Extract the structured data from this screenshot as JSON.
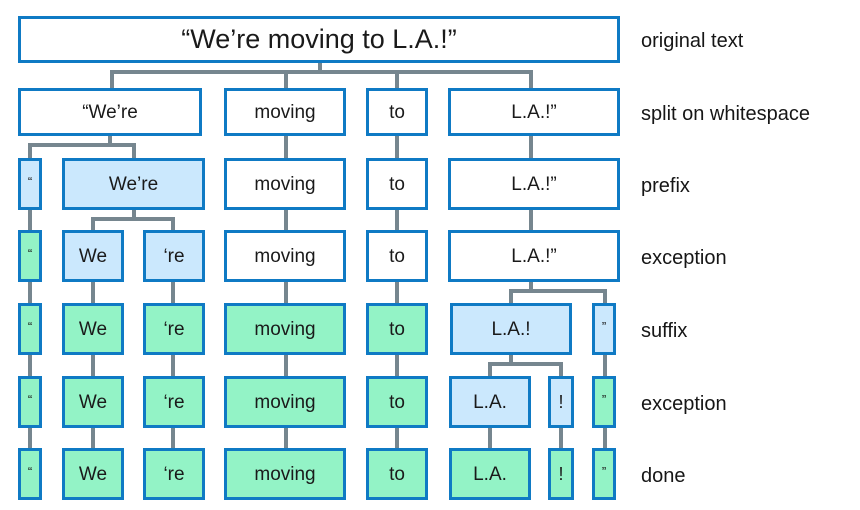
{
  "diagram": {
    "title_text": "“We’re moving to L.A.!”",
    "colors": {
      "border": "#0f7ac4",
      "fill_blue": "#cbe8fd",
      "fill_green": "#93f3c6",
      "fill_white": "#ffffff",
      "connector": "#76868f",
      "text": "#1a1a1a"
    },
    "rows": [
      {
        "id": "row-original-text",
        "label": "original text",
        "tokens": [
          {
            "name": "token-original-sentence",
            "text": "“We’re moving to L.A.!”",
            "fill": "white"
          }
        ]
      },
      {
        "id": "row-split-on-whitespace",
        "label": "split on whitespace",
        "tokens": [
          {
            "name": "token-were-quoted",
            "text": "“We’re",
            "fill": "white"
          },
          {
            "name": "token-moving",
            "text": "moving",
            "fill": "white"
          },
          {
            "name": "token-to",
            "text": "to",
            "fill": "white"
          },
          {
            "name": "token-la-quoted",
            "text": "L.A.!”",
            "fill": "white"
          }
        ]
      },
      {
        "id": "row-prefix",
        "label": "prefix",
        "tokens": [
          {
            "name": "token-open-quote",
            "text": "“",
            "fill": "blue"
          },
          {
            "name": "token-were",
            "text": "We’re",
            "fill": "blue"
          },
          {
            "name": "token-moving",
            "text": "moving",
            "fill": "white"
          },
          {
            "name": "token-to",
            "text": "to",
            "fill": "white"
          },
          {
            "name": "token-la-quoted",
            "text": "L.A.!”",
            "fill": "white"
          }
        ]
      },
      {
        "id": "row-exception-1",
        "label": "exception",
        "tokens": [
          {
            "name": "token-open-quote",
            "text": "“",
            "fill": "green"
          },
          {
            "name": "token-we",
            "text": "We",
            "fill": "blue"
          },
          {
            "name": "token-re",
            "text": "‘re",
            "fill": "blue"
          },
          {
            "name": "token-moving",
            "text": "moving",
            "fill": "white"
          },
          {
            "name": "token-to",
            "text": "to",
            "fill": "white"
          },
          {
            "name": "token-la-quoted",
            "text": "L.A.!”",
            "fill": "white"
          }
        ]
      },
      {
        "id": "row-suffix",
        "label": "suffix",
        "tokens": [
          {
            "name": "token-open-quote",
            "text": "“",
            "fill": "green"
          },
          {
            "name": "token-we",
            "text": "We",
            "fill": "green"
          },
          {
            "name": "token-re",
            "text": "‘re",
            "fill": "green"
          },
          {
            "name": "token-moving",
            "text": "moving",
            "fill": "green"
          },
          {
            "name": "token-to",
            "text": "to",
            "fill": "green"
          },
          {
            "name": "token-la-bang",
            "text": "L.A.!",
            "fill": "blue"
          },
          {
            "name": "token-close-quote",
            "text": "”",
            "fill": "blue"
          }
        ]
      },
      {
        "id": "row-exception-2",
        "label": "exception",
        "tokens": [
          {
            "name": "token-open-quote",
            "text": "“",
            "fill": "green"
          },
          {
            "name": "token-we",
            "text": "We",
            "fill": "green"
          },
          {
            "name": "token-re",
            "text": "‘re",
            "fill": "green"
          },
          {
            "name": "token-moving",
            "text": "moving",
            "fill": "green"
          },
          {
            "name": "token-to",
            "text": "to",
            "fill": "green"
          },
          {
            "name": "token-la",
            "text": "L.A.",
            "fill": "blue"
          },
          {
            "name": "token-exclamation",
            "text": "!",
            "fill": "blue"
          },
          {
            "name": "token-close-quote",
            "text": "”",
            "fill": "green"
          }
        ]
      },
      {
        "id": "row-done",
        "label": "done",
        "tokens": [
          {
            "name": "token-open-quote",
            "text": "“",
            "fill": "green"
          },
          {
            "name": "token-we",
            "text": "We",
            "fill": "green"
          },
          {
            "name": "token-re",
            "text": "‘re",
            "fill": "green"
          },
          {
            "name": "token-moving",
            "text": "moving",
            "fill": "green"
          },
          {
            "name": "token-to",
            "text": "to",
            "fill": "green"
          },
          {
            "name": "token-la",
            "text": "L.A.",
            "fill": "green"
          },
          {
            "name": "token-exclamation",
            "text": "!",
            "fill": "green"
          },
          {
            "name": "token-close-quote",
            "text": "”",
            "fill": "green"
          }
        ]
      }
    ]
  }
}
